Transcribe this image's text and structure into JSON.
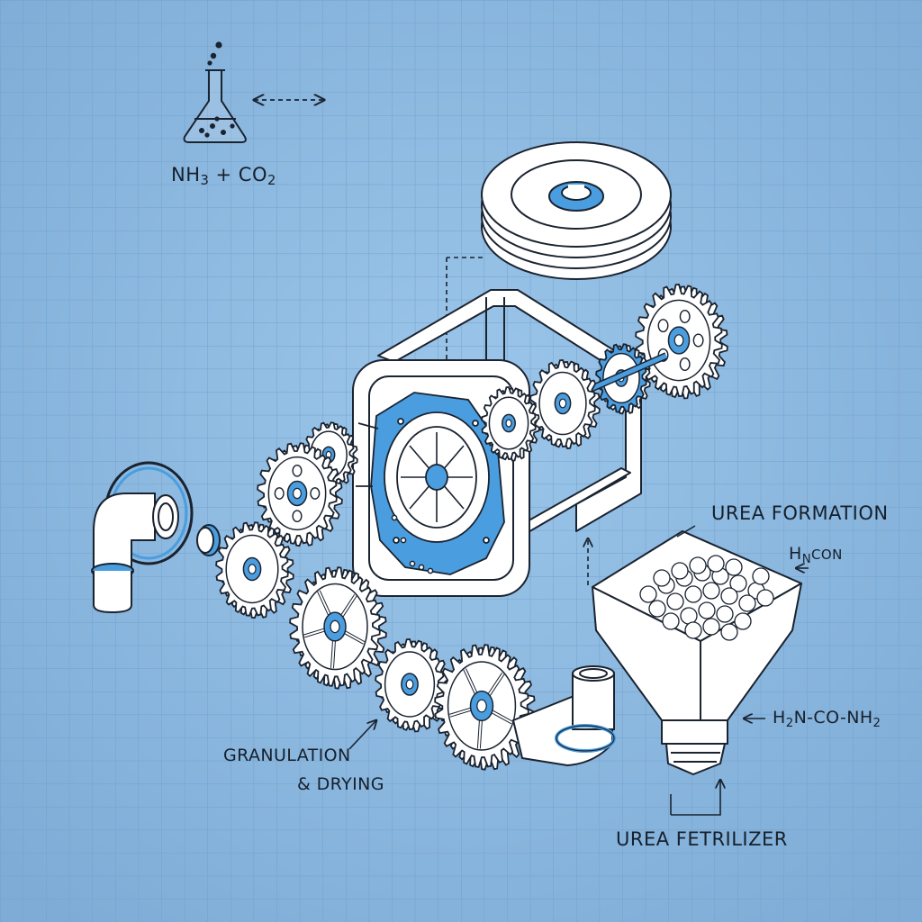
{
  "colors": {
    "background": "#8ab6dc",
    "grid_line": "#6f9ec8",
    "grid_line_strong": "#5f90bd",
    "outline": "#1a2330",
    "part_fill": "#ffffff",
    "accent": "#4a9ee0"
  },
  "labels": {
    "reactants": {
      "base": "NH",
      "s1": "3",
      "mid": " + CO",
      "s2": "2"
    },
    "urea_formation": "UREA FORMATION",
    "side_formula": {
      "a": "H",
      "b": "N",
      "c": "CON"
    },
    "urea_formula": {
      "a": "H",
      "s1": "2",
      "b": "N-CO-NH",
      "s2": "2"
    },
    "granulation_line1": "GRANULATION",
    "granulation_line2": "& DRYING",
    "urea_fertilizer": "UREA FETRILIZER"
  },
  "icons": {
    "flask": "flask-icon",
    "exchange_arrow": "double-arrow-icon",
    "pulley": "pulley-disc-icon",
    "frame": "reactor-frame-icon",
    "gears": "gear-icon",
    "pipe": "elbow-pipe-icon",
    "hopper": "hopper-icon",
    "granules": "granule-icon"
  }
}
